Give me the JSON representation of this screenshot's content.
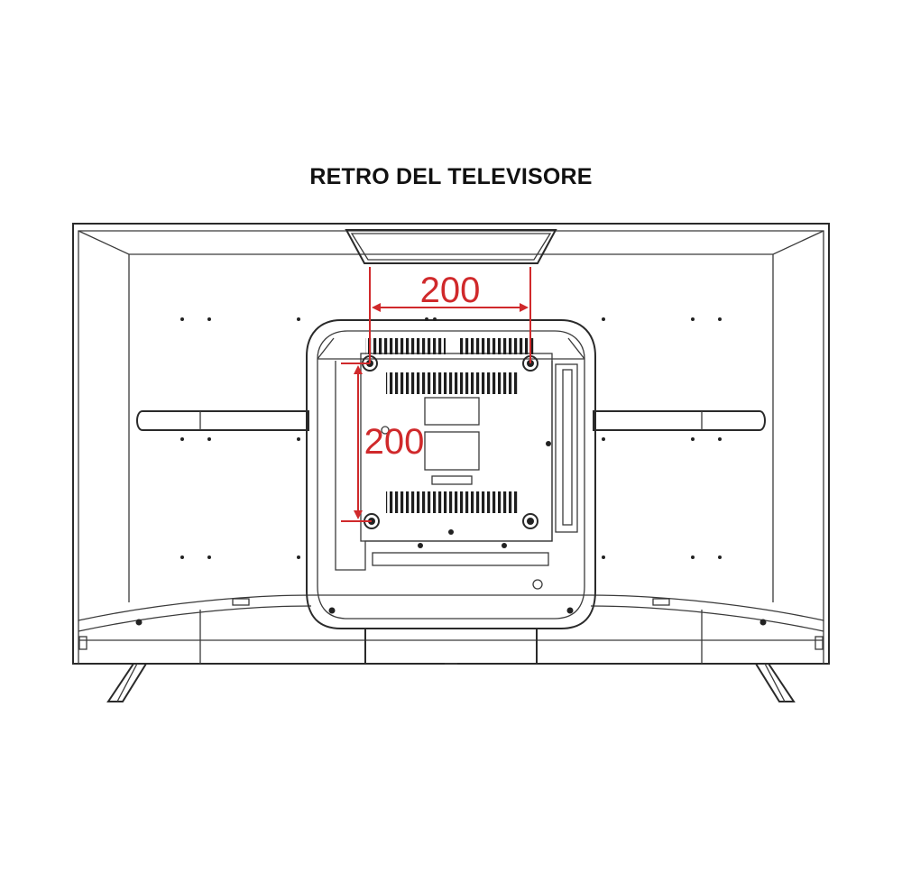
{
  "title": "RETRO DEL TELEVISORE",
  "dimensions": {
    "horizontal": "200",
    "vertical": "200"
  },
  "colors": {
    "dimension": "#d0292b",
    "line": "#2a2a2a"
  }
}
